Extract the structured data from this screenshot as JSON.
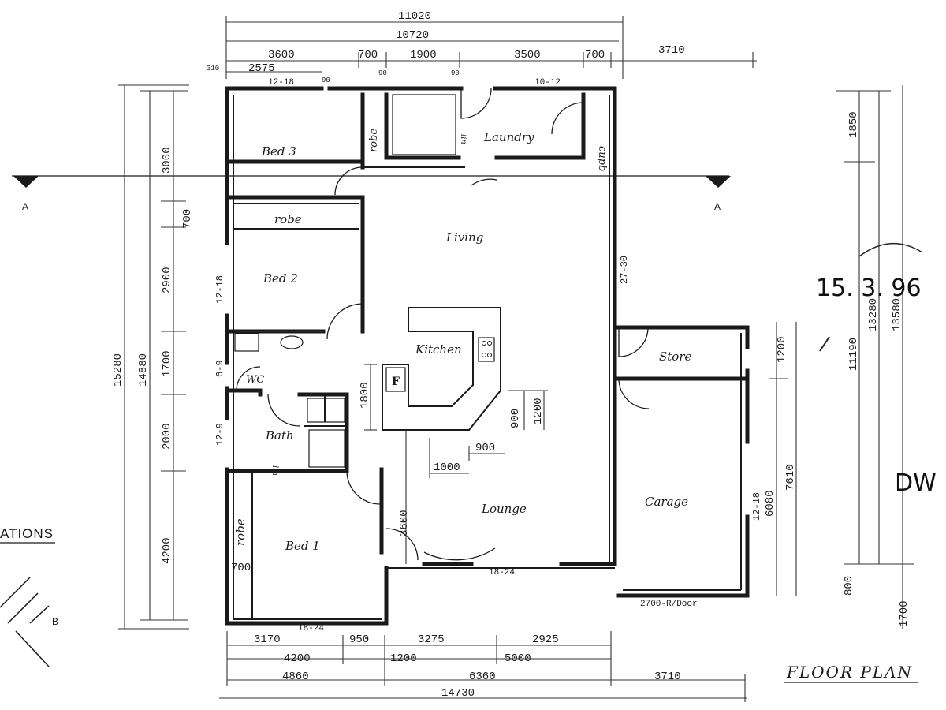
{
  "title": "FLOOR PLAN",
  "legend_partial": "ATIONS",
  "legend_letter_b": "B",
  "section_markers": {
    "left": "A",
    "right": "A"
  },
  "handwritten": {
    "date": "15. 3. 96",
    "partial": "DW"
  },
  "rooms": {
    "bed3": "Bed 3",
    "bed2": "Bed 2",
    "bed1": "Bed 1",
    "laundry": "Laundry",
    "living": "Living",
    "kitchen": "Kitchen",
    "lounge": "Lounge",
    "garage": "Carage",
    "store": "Store",
    "wc": "WC",
    "bath": "Bath",
    "fridge": "F",
    "robe_top": "robe",
    "robe_mid": "robe",
    "robe_bed1": "robe",
    "cupb": "cupb",
    "lin_top": "lin",
    "lin_bath": "lin"
  },
  "door_note": "2700-R/Door",
  "dims_top": {
    "overall_1": "11020",
    "overall_2": "10720",
    "seg_3600": "3600",
    "seg_700a": "700",
    "seg_1900": "1900",
    "seg_3500": "3500",
    "seg_700b": "700",
    "seg_3710": "3710",
    "seg_2575": "2575",
    "small_310": "310",
    "small_90a": "90",
    "small_90b": "90",
    "small_90c": "90",
    "opening_12_18": "12-18",
    "opening_10_12": "10-12"
  },
  "dims_bottom": {
    "seg_3170": "3170",
    "seg_950": "950",
    "seg_3275": "3275",
    "seg_2925": "2925",
    "seg_4200": "4200",
    "seg_1200": "1200",
    "seg_5000": "5000",
    "seg_4860": "4860",
    "seg_6360": "6360",
    "seg_3710": "3710",
    "overall": "14730",
    "opening_18_24_bottom": "18-24",
    "opening_18_24_lounge": "18-24"
  },
  "dims_left": {
    "overall_1": "15280",
    "overall_2": "14880",
    "seg_3000": "3000",
    "seg_700": "700",
    "seg_2900": "2900",
    "seg_1700": "1700",
    "seg_2000": "2000",
    "seg_4200": "4200",
    "opening_12_18": "12-18",
    "opening_6_9": "6-9",
    "opening_12_9": "12-9",
    "robe_700": "700"
  },
  "dims_right": {
    "seg_1850": "1850",
    "seg_11190": "11190",
    "seg_13280": "13280",
    "seg_13580": "13580",
    "seg_800": "800",
    "seg_1700": "1700",
    "seg_1200": "1200",
    "seg_6080": "6080",
    "seg_7610": "7610",
    "opening_27_30": "27-30",
    "opening_12_18": "12-18"
  },
  "dims_interior": {
    "kitchen_1800": "1800",
    "kitchen_900a": "900",
    "kitchen_1200": "1200",
    "kitchen_900b": "900",
    "kitchen_1000": "1000",
    "hall_3600": "3600"
  }
}
